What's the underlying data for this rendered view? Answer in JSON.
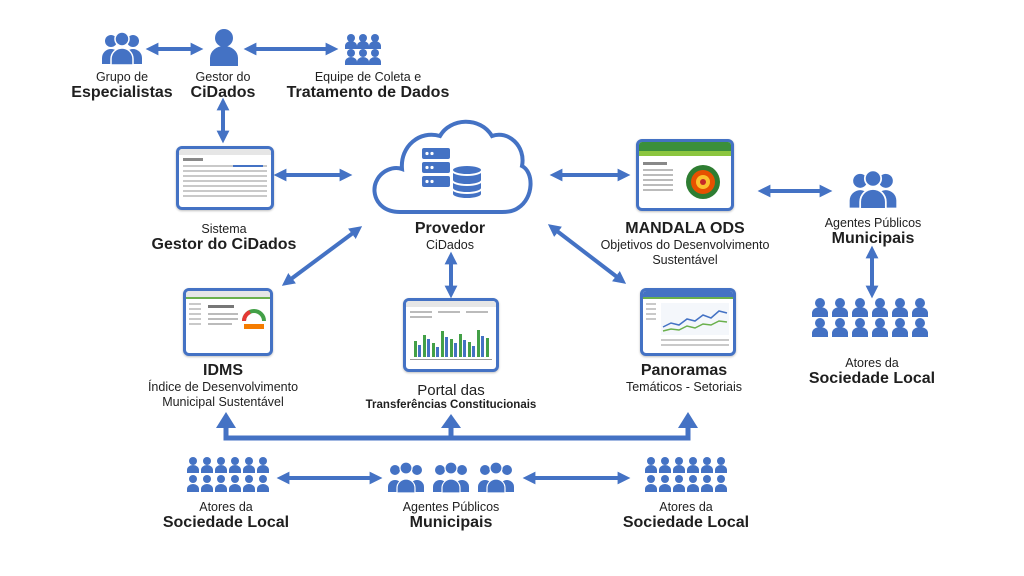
{
  "colors": {
    "accent": "#4472c4",
    "text": "#1f1f1f",
    "screen_green": "#3b8f3b"
  },
  "top": {
    "especialistas": {
      "line1": "Grupo de",
      "line2": "Especialistas",
      "icon": "group-people-icon"
    },
    "gestor": {
      "line1": "Gestor do",
      "line2": "CiDados",
      "icon": "person-icon"
    },
    "equipe": {
      "line1": "Equipe de Coleta e",
      "line2": "Tratamento de Dados",
      "icon": "team-icon"
    }
  },
  "center": {
    "provedor": {
      "title": "Provedor",
      "subtitle": "CiDados",
      "icon": "cloud-database-icon"
    },
    "sistema": {
      "line1": "Sistema",
      "line2": "Gestor do CiDados"
    },
    "mandala": {
      "title": "MANDALA ODS",
      "line1": "Objetivos do Desenvolvimento",
      "line2": "Sustentável"
    },
    "idms": {
      "title": "IDMS",
      "line1": "Índice de Desenvolvimento",
      "line2": "Municipal Sustentável"
    },
    "portal": {
      "title": "Portal das",
      "subtitle": "Transferências Constitucionais"
    },
    "panoramas": {
      "title": "Panoramas",
      "subtitle": "Temáticos - Setoriais"
    }
  },
  "right": {
    "agentes": {
      "line1": "Agentes Públicos",
      "line2": "Municipais",
      "icon": "group-people-icon"
    },
    "atores": {
      "line1": "Atores da",
      "line2": "Sociedade Local",
      "icon": "crowd-icon"
    }
  },
  "bottom": {
    "atores_left": {
      "line1": "Atores da",
      "line2": "Sociedade Local",
      "icon": "crowd-icon"
    },
    "agentes": {
      "line1": "Agentes Públicos",
      "line2": "Municipais",
      "icon": "groups-icon"
    },
    "atores_right": {
      "line1": "Atores da",
      "line2": "Sociedade Local",
      "icon": "crowd-icon"
    }
  }
}
